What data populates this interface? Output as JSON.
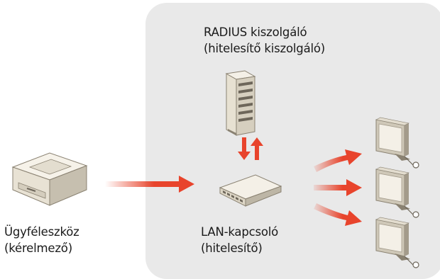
{
  "diagram": {
    "server_label": {
      "line1": "RADIUS kiszolgáló",
      "line2": "(hitelesítő kiszolgáló)"
    },
    "client_label": {
      "line1": "Ügyféleszköz",
      "line2": "(kérelmező)"
    },
    "switch_label": {
      "line1": "LAN-kapcsoló",
      "line2": "(hitelesítő)"
    },
    "colors": {
      "panel": "#e9e9e9",
      "arrow": "#e8442c",
      "device_body": "#f1ece1",
      "device_edge": "#7c7464"
    },
    "icons": [
      "printer-icon",
      "server-icon",
      "lan-switch-icon",
      "monitor-icon"
    ]
  }
}
